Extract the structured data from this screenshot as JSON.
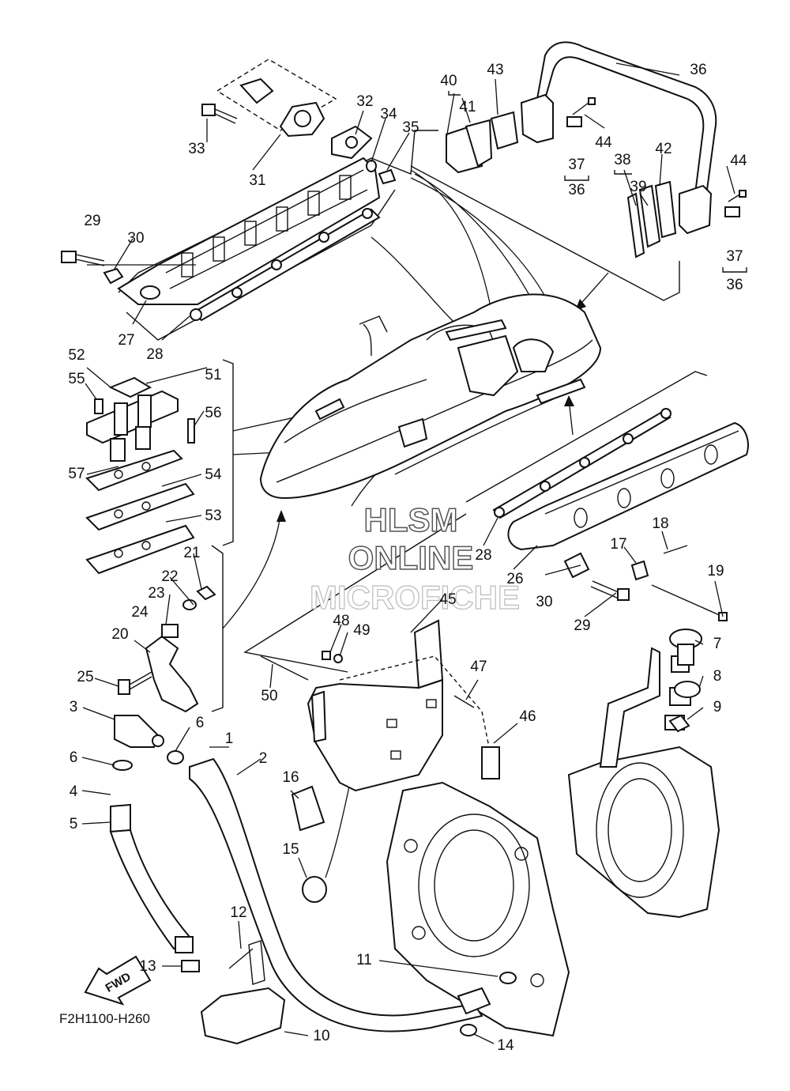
{
  "diagram": {
    "drawing_code": "F2H1100-H260",
    "fwd_label": "FWD",
    "watermark": {
      "line1": "HLSM",
      "line2": "ONLINE",
      "line3": "MICROFICHE"
    },
    "callouts": [
      "1",
      "2",
      "3",
      "4",
      "5",
      "6",
      "6",
      "7",
      "8",
      "9",
      "10",
      "11",
      "12",
      "13",
      "14",
      "15",
      "16",
      "17",
      "18",
      "19",
      "20",
      "21",
      "22",
      "23",
      "24",
      "25",
      "26",
      "27",
      "28",
      "28",
      "29",
      "29",
      "30",
      "30",
      "31",
      "32",
      "33",
      "34",
      "35",
      "36",
      "36",
      "36",
      "37",
      "37",
      "38",
      "39",
      "40",
      "41",
      "42",
      "43",
      "44",
      "44",
      "45",
      "46",
      "47",
      "48",
      "49",
      "50",
      "51",
      "52",
      "53",
      "54",
      "55",
      "56",
      "57"
    ]
  }
}
